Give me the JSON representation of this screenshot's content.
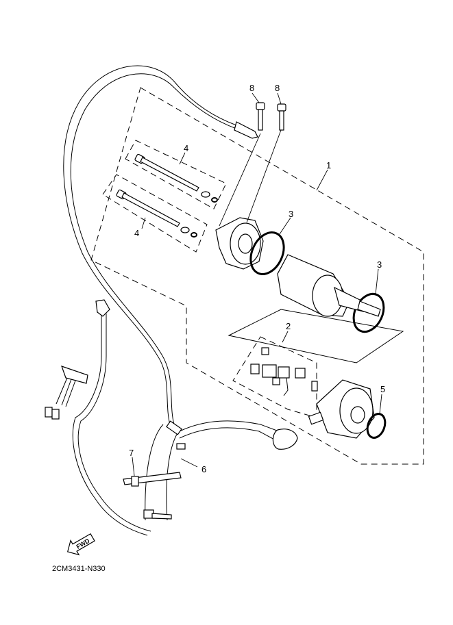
{
  "diagram": {
    "callouts": [
      "1",
      "2",
      "3",
      "3",
      "4",
      "4",
      "5",
      "6",
      "7",
      "8",
      "8"
    ],
    "direction_label": "FWD",
    "drawing_code": "2CM3431-N330"
  }
}
